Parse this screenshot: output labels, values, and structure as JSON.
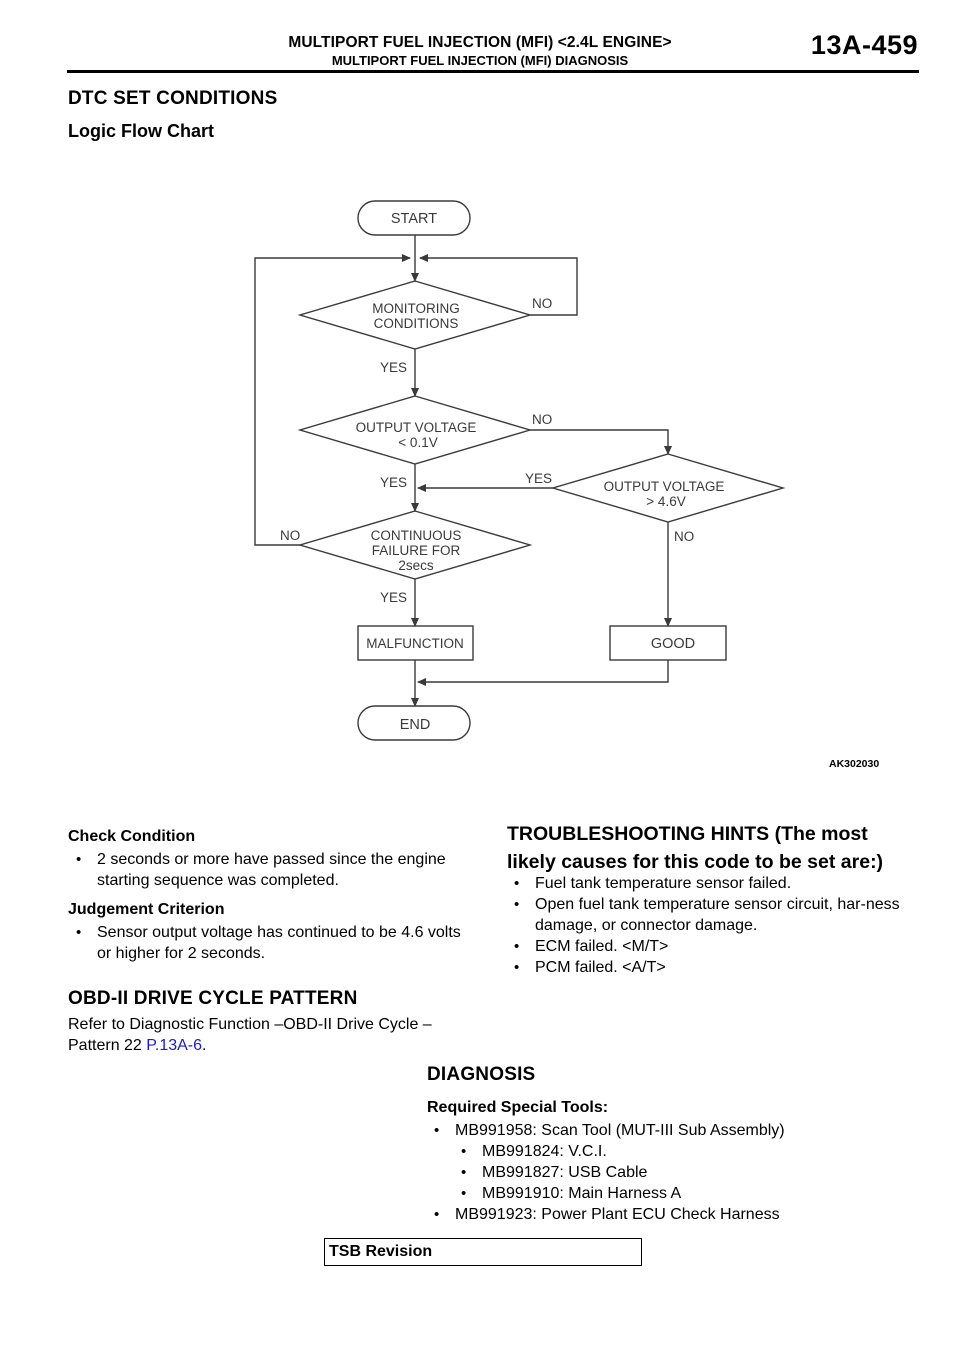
{
  "header": {
    "title": "MULTIPORT FUEL INJECTION (MFI) <2.4L ENGINE>",
    "subtitle": "MULTIPORT FUEL INJECTION (MFI) DIAGNOSIS",
    "page_number": "13A-459"
  },
  "dtc_section": {
    "title": "DTC SET CONDITIONS",
    "chart_title": "Logic Flow Chart"
  },
  "flowchart": {
    "start": "START",
    "monitoring_l1": "MONITORING",
    "monitoring_l2": "CONDITIONS",
    "outv_low_l1": "OUTPUT VOLTAGE",
    "outv_low_l2": "< 0.1V",
    "outv_high_l1": "OUTPUT VOLTAGE",
    "outv_high_l2": "> 4.6V",
    "cont_l1": "CONTINUOUS",
    "cont_l2": "FAILURE FOR",
    "cont_l3": "2secs",
    "malfunction": "MALFUNCTION",
    "good": "GOOD",
    "end": "END",
    "yes": "YES",
    "no": "NO",
    "figure_id": "AK302030"
  },
  "check_condition": {
    "label": "Check Condition",
    "items": [
      "2 seconds or more have passed since the engine starting sequence was completed."
    ]
  },
  "judgement": {
    "label": "Judgement Criterion",
    "items": [
      "Sensor output voltage has continued to be 4.6 volts or higher for 2 seconds."
    ]
  },
  "obd": {
    "title": "OBD-II DRIVE CYCLE PATTERN",
    "text_l1": "Refer to Diagnostic Function –OBD-II Drive Cycle –",
    "text_l2": "Pattern 22 ",
    "link": "P.13A-6",
    "period": "."
  },
  "troubleshooting": {
    "title_l1": "TROUBLESHOOTING HINTS (The most",
    "title_l2": "likely causes for this code to be set are:)",
    "items": [
      "Fuel tank temperature sensor failed.",
      "Open fuel tank temperature sensor circuit, har-ness damage, or connector damage.",
      "ECM failed. <M/T>",
      "PCM failed. <A/T>"
    ]
  },
  "diagnosis": {
    "title": "DIAGNOSIS",
    "tools_label": "Required Special Tools:",
    "tools": [
      "MB991958: Scan Tool (MUT-III Sub Assembly)",
      "MB991824: V.C.I.",
      "MB991827: USB Cable",
      "MB991910: Main Harness A",
      "MB991923: Power Plant ECU Check Harness"
    ]
  },
  "footer": {
    "tsb": "TSB Revision"
  }
}
